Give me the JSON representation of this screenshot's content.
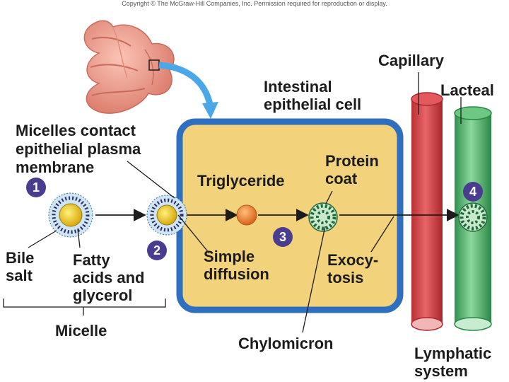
{
  "copyright": "Copyright © The McGraw-Hill Companies, Inc. Permission required for reproduction or display.",
  "labels": {
    "capillary": "Capillary",
    "lacteal": "Lacteal",
    "cell_line1": "Intestinal",
    "cell_line2": "epithelial cell",
    "micelles_line1": "Micelles contact",
    "micelles_line2": "epithelial plasma",
    "micelles_line3": "membrane",
    "triglyceride": "Triglyceride",
    "protein_line1": "Protein",
    "protein_line2": "coat",
    "bile_line1": "Bile",
    "bile_line2": "salt",
    "fatty_line1": "Fatty",
    "fatty_line2": "acids and",
    "fatty_line3": "glycerol",
    "simple_line1": "Simple",
    "simple_line2": "diffusion",
    "exo_line1": "Exocy-",
    "exo_line2": "tosis",
    "micelle": "Micelle",
    "chylomicron": "Chylomicron",
    "lymph_line1": "Lymphatic",
    "lymph_line2": "system"
  },
  "steps": [
    "1",
    "2",
    "3",
    "4"
  ],
  "colors": {
    "cell_fill": "#f2d27a",
    "cell_border": "#2f6fbf",
    "capillary": "#d8474a",
    "lacteal": "#4cb56a",
    "intestine": "#ee9c8c",
    "step_badge": "#4a3d8f",
    "triglyceride": "#e8822e",
    "micelle_core": "#f3c81a"
  }
}
